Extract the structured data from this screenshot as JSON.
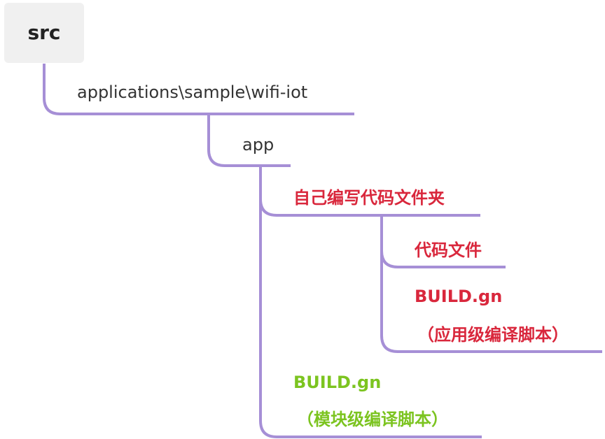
{
  "colors": {
    "connector": "#a68fd6",
    "red_text": "#d9273c",
    "green_text": "#7cc420",
    "root_bg": "#f0f0f0"
  },
  "tree": {
    "root": "src",
    "path": "applications\\sample\\wifi-iot",
    "app": "app",
    "custom_folder": "自己编写代码文件夹",
    "code_files": "代码文件",
    "app_build_name": "BUILD.gn",
    "app_build_note": "（应用级编译脚本）",
    "module_build_name": "BUILD.gn",
    "module_build_note": "（模块级编译脚本）"
  }
}
